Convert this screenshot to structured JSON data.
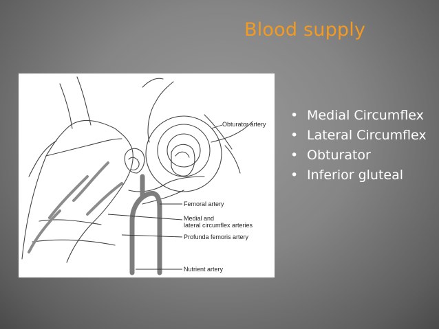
{
  "slide": {
    "title": "Blood supply",
    "title_color": "#f29a22",
    "bullets": [
      "Medial Circumflex",
      "Lateral Circumflex",
      "Obturator",
      "Inferior gluteal"
    ],
    "bullet_glyph": "•"
  },
  "figure": {
    "labels": {
      "obturator": "Obturator artery",
      "femoral": "Femoral artery",
      "medial_lateral_1": "Medial and",
      "medial_lateral_2": "lateral circumflex arteries",
      "profunda": "Profunda femoris artery",
      "nutrient": "Nutrient artery"
    }
  }
}
